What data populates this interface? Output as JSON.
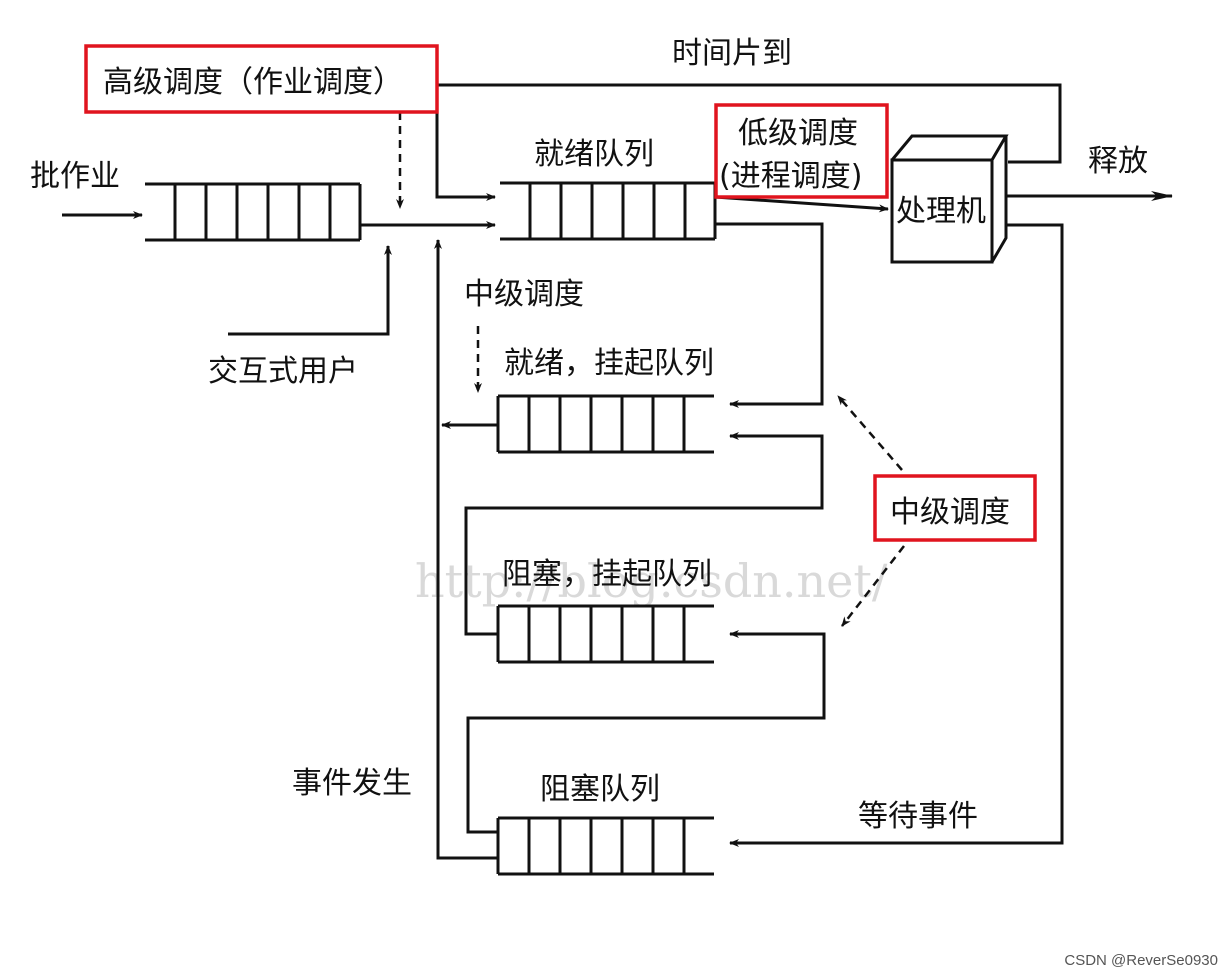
{
  "labels": {
    "high_level_schedule": "高级调度（作业调度）",
    "time_slice": "时间片到",
    "batch_jobs": "批作业",
    "ready_queue": "就绪队列",
    "low_level_1": "低级调度",
    "low_level_2": "(进程调度)",
    "release": "释放",
    "processor": "处理机",
    "mid_schedule_top": "中级调度",
    "interactive_user": "交互式用户",
    "ready_suspended_queue": "就绪，挂起队列",
    "mid_schedule_boxed": "中级调度",
    "blocked_suspended_queue": "阻塞，挂起队列",
    "event_occurs": "事件发生",
    "blocked_queue": "阻塞队列",
    "wait_event": "等待事件"
  },
  "watermark": "http://blog.csdn.net/",
  "credit": "CSDN @ReverSe0930",
  "colors": {
    "highlight": "#e0141e",
    "line": "#111111"
  },
  "icons": {
    "processor": "cube-shape",
    "queue": "queue-cells"
  }
}
